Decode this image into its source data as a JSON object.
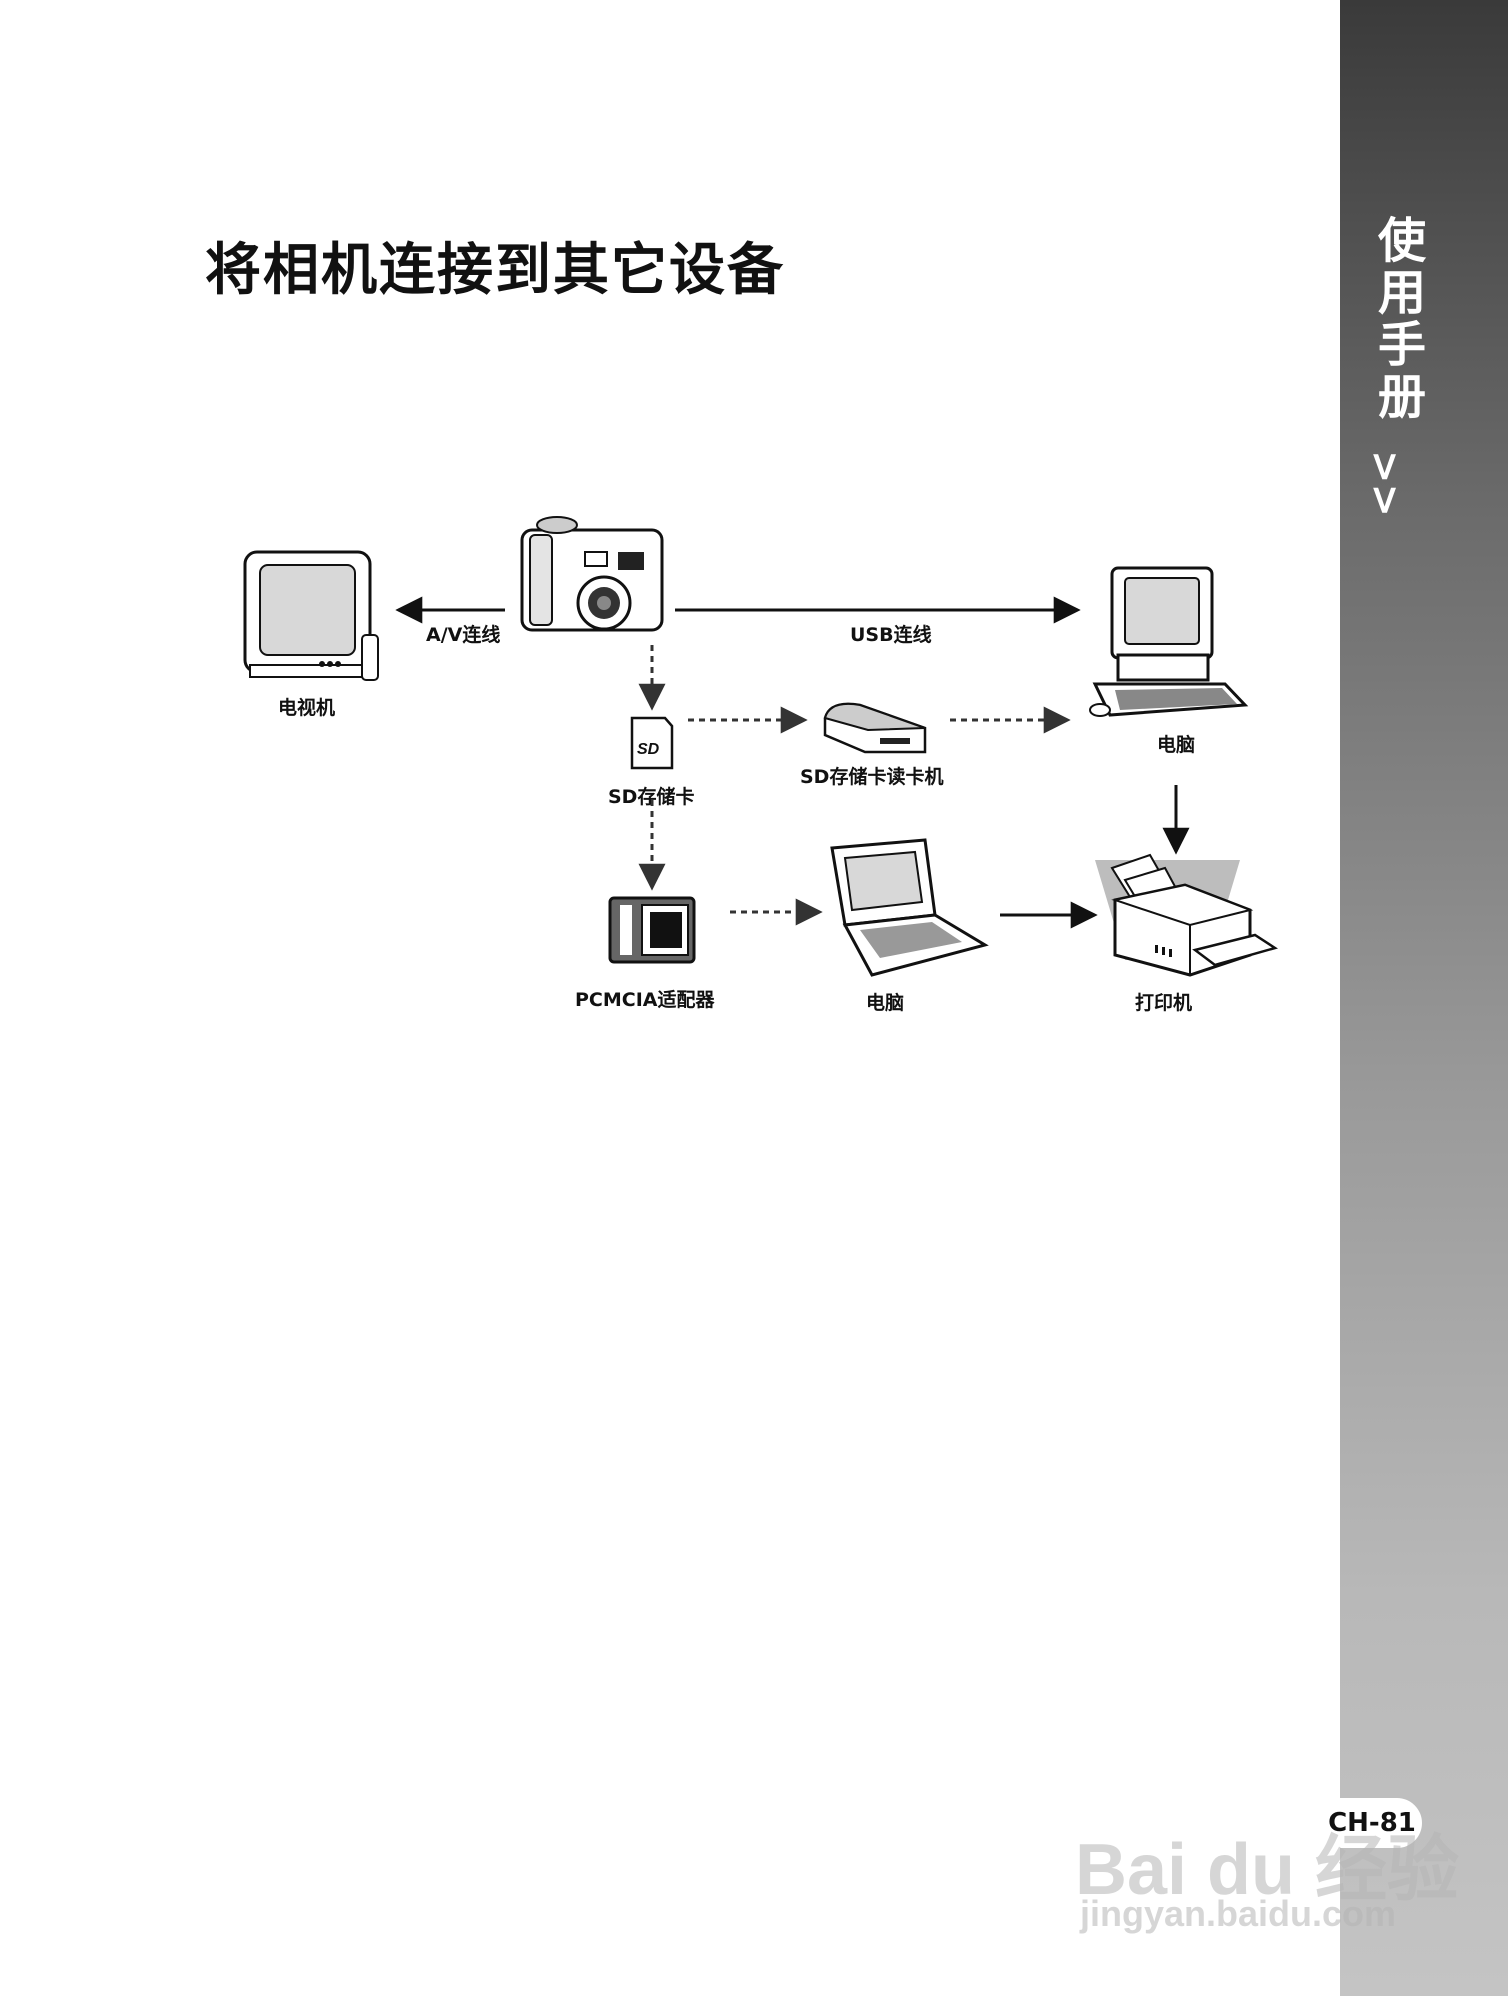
{
  "page": {
    "title": "将相机连接到其它设备",
    "sidebar_text": "使用手册",
    "sidebar_arrows": ">>",
    "page_number": "CH-81"
  },
  "diagram": {
    "labels": {
      "av_cable": "A/V连线",
      "usb_cable": "USB连线",
      "tv": "电视机",
      "sd_card": "SD存储卡",
      "card_reader": "SD存储卡读卡机",
      "pc_desktop": "电脑",
      "pcmcia": "PCMCIA适配器",
      "pc_laptop": "电脑",
      "printer": "打印机"
    }
  },
  "watermark": {
    "logo_text": "Bai du 经验",
    "url": "jingyan.baidu.com"
  }
}
